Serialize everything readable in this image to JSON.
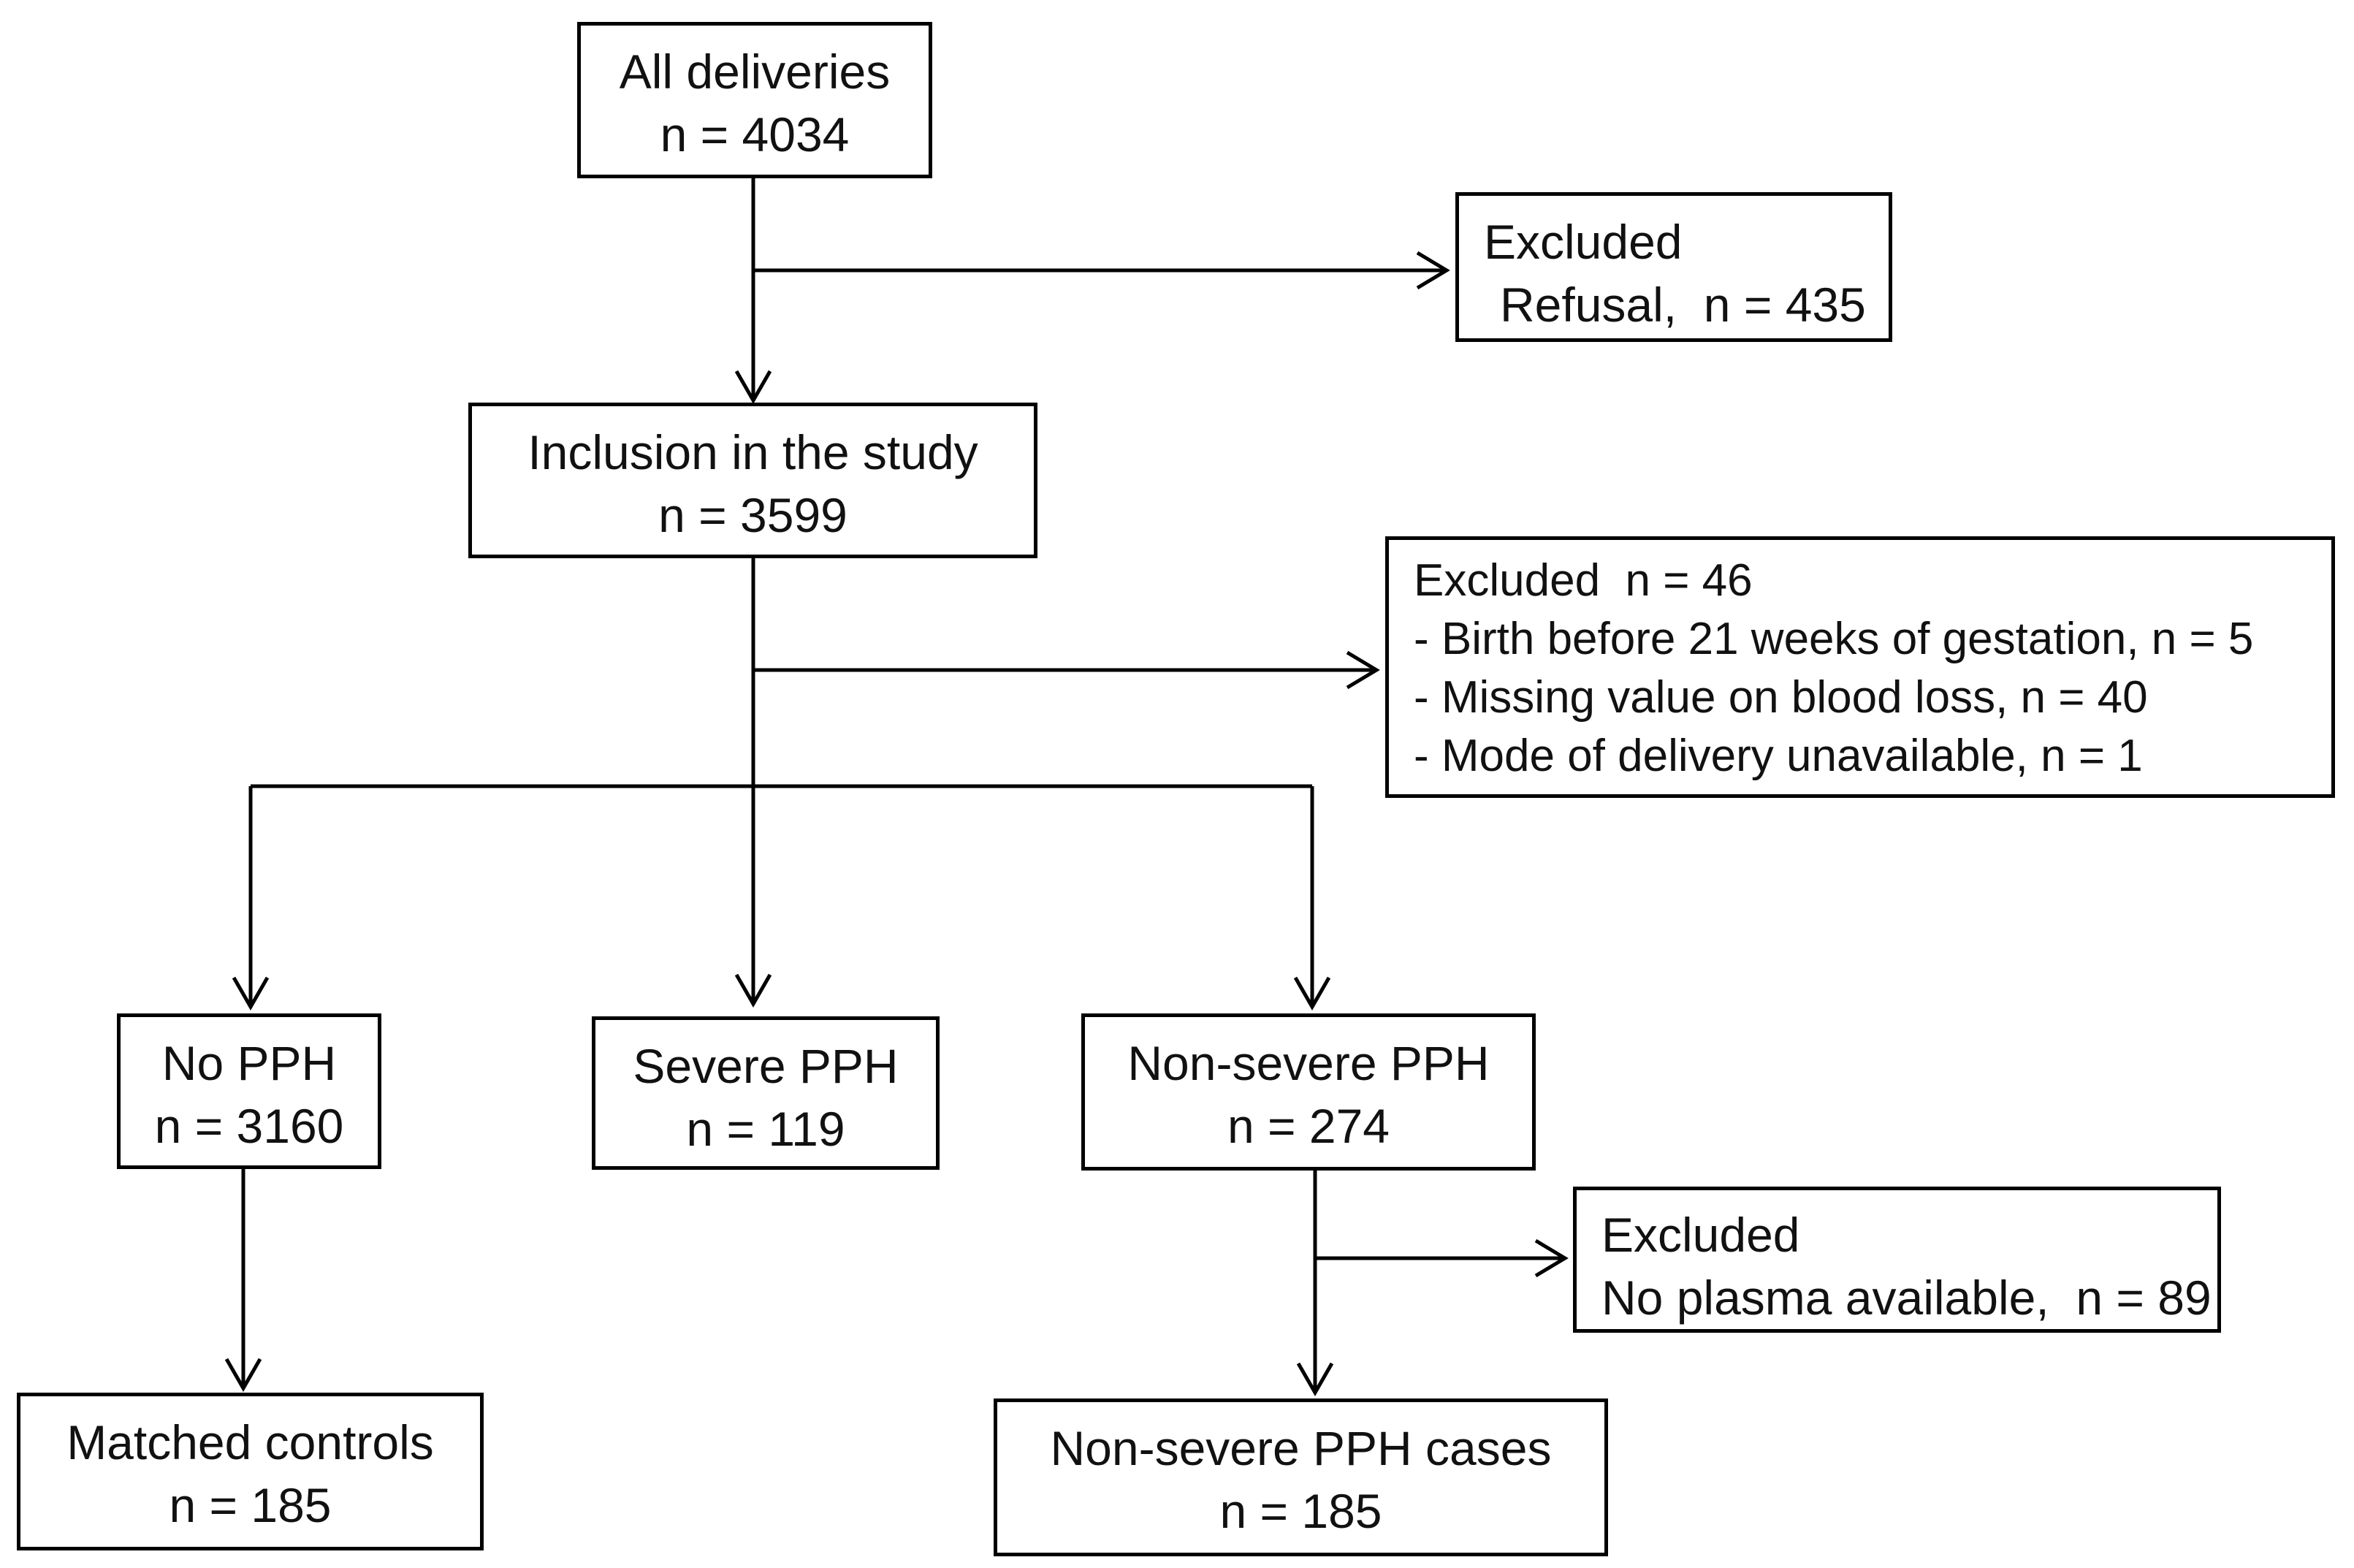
{
  "boxes": {
    "all_deliveries": {
      "label": "All deliveries",
      "count": "n = 4034"
    },
    "excluded_refusal": {
      "label": "Excluded",
      "reason": "Refusal,  n = 435"
    },
    "inclusion": {
      "label": "Inclusion in the study",
      "count": "n = 3599"
    },
    "excluded_46": {
      "label": "Excluded  n = 46",
      "reasons": [
        "- Birth before 21 weeks of gestation, n = 5",
        "- Missing value on blood loss, n = 40",
        "- Mode of delivery unavailable, n = 1"
      ]
    },
    "no_pph": {
      "label": "No PPH",
      "count": "n = 3160"
    },
    "severe_pph": {
      "label": "Severe PPH",
      "count": "n = 119"
    },
    "non_severe_pph": {
      "label": "Non-severe PPH",
      "count": "n = 274"
    },
    "excluded_plasma": {
      "label": "Excluded",
      "reason": "No plasma available,  n = 89"
    },
    "matched_controls": {
      "label": "Matched controls",
      "count": "n = 185"
    },
    "non_severe_cases": {
      "label": "Non-severe PPH cases",
      "count": "n = 185"
    }
  },
  "colors": {
    "stroke": "#000000",
    "text": "#111111",
    "background": "#ffffff"
  }
}
